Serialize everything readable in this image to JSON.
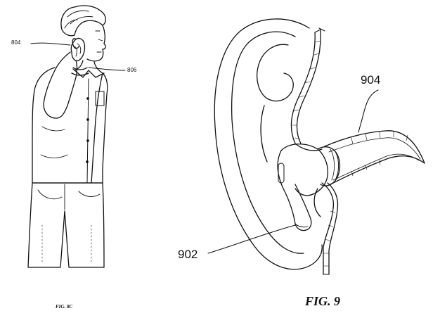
{
  "figures": [
    {
      "caption": "FIG. 8C",
      "refs": [
        "804",
        "806"
      ]
    },
    {
      "caption": "FIG. 9",
      "refs": [
        "904",
        "902"
      ]
    }
  ],
  "colors": {
    "ink": "#111111",
    "paper": "#ffffff"
  }
}
